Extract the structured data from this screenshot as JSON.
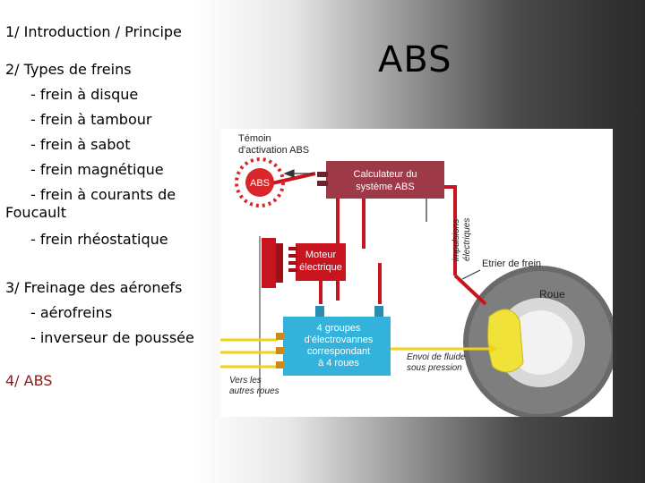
{
  "outline": {
    "item1": "1/ Introduction / Principe",
    "item2": "2/ Types de freins",
    "item2_subs": [
      "- frein à disque",
      "- frein à tambour",
      "- frein à sabot",
      "- frein magnétique",
      "- frein à courants de",
      "Foucault",
      "- frein rhéostatique"
    ],
    "item3": "3/ Freinage des aéronefs",
    "item3_subs": [
      "- aérofreins",
      "- inverseur de poussée"
    ],
    "item4": "4/ ABS"
  },
  "title": "ABS",
  "diagram": {
    "temoin_line1": "Témoin",
    "temoin_line2": "d'activation ABS",
    "abs_badge": "ABS",
    "calc_line1": "Calculateur du",
    "calc_line2": "système ABS",
    "moteur_line1": "Moteur",
    "moteur_line2": "électrique",
    "impulsions_line1": "impulsions",
    "impulsions_line2": "électriques",
    "etrier": "Etrier de frein",
    "roue": "Roue",
    "groupes_line1": "4 groupes",
    "groupes_line2": "d'électrovannes",
    "groupes_line3": "correspondant",
    "groupes_line4": "à 4 roues",
    "envoi_line1": "Envoi de fluide",
    "envoi_line2": "sous pression",
    "vers_line1": "Vers les",
    "vers_line2": "autres roues"
  },
  "colors": {
    "accent": "#8b1a1a",
    "badge_red": "#d8262a",
    "calc_box": "#9e3a48",
    "pump_blue": "#33b3dc",
    "wire_red": "#c8141e",
    "wire_yellow": "#f1d21a"
  }
}
